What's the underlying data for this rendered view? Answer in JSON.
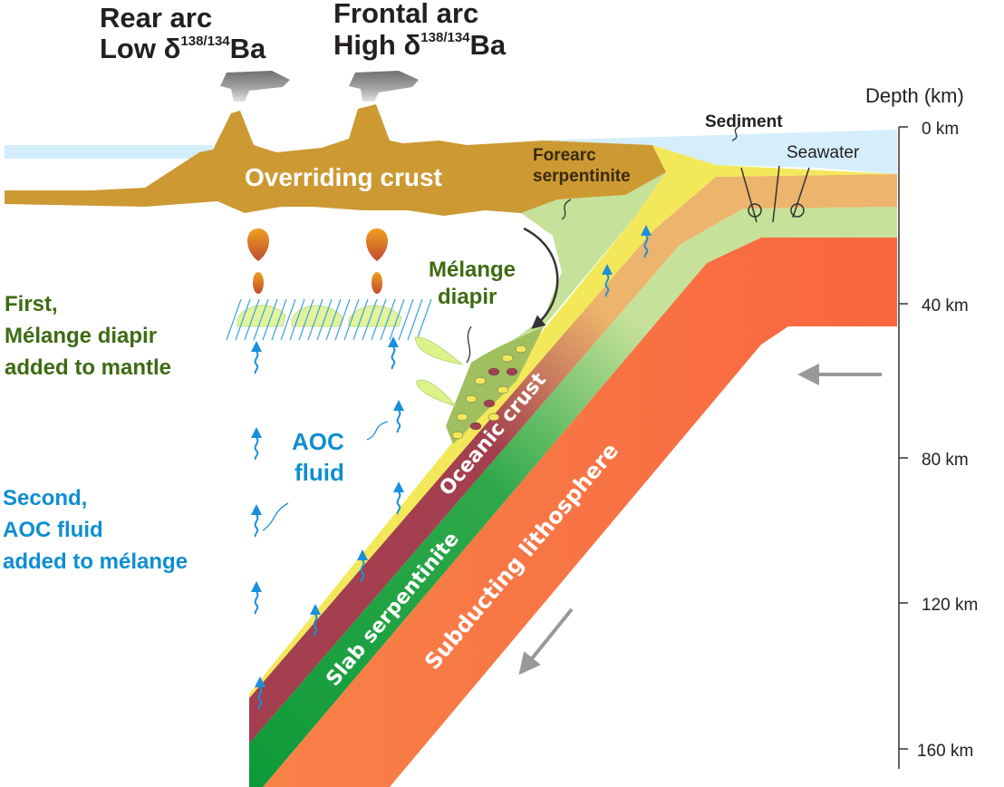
{
  "title_labels": {
    "rear_arc": {
      "line1": "Rear arc",
      "line2_prefix": "Low δ",
      "isotope_sup": "138/134",
      "element": "Ba"
    },
    "frontal_arc": {
      "line1": "Frontal arc",
      "line2_prefix": "High δ",
      "isotope_sup": "138/134",
      "element": "Ba"
    }
  },
  "layers": {
    "overriding_crust": "Overriding crust",
    "forearc_serpentinite_line1": "Forearc",
    "forearc_serpentinite_line2": "serpentinite",
    "sediment": "Sediment",
    "seawater": "Seawater",
    "melange_diapir_line1": "Mélange",
    "melange_diapir_line2": "diapir",
    "oceanic_crust": "Oceanic crust",
    "slab_serpentinite": "Slab serpentinite",
    "subducting_lithosphere": "Subducting lithosphere",
    "aoc_fluid_line1": "AOC",
    "aoc_fluid_line2": "fluid"
  },
  "annotations": {
    "first": {
      "line1": "First,",
      "line2": "Mélange diapir",
      "line3": "added to mantle"
    },
    "second": {
      "line1": "Second,",
      "line2": "AOC fluid",
      "line3": "added to mélange"
    }
  },
  "depth_axis": {
    "title": "Depth (km)",
    "ticks": [
      "0 km",
      "40 km",
      "80 km",
      "120 km",
      "160 km"
    ]
  },
  "colors": {
    "seawater": "#d4eefb",
    "overriding_crust": "#cc9933",
    "forearc_serpentinite": "#c6e199",
    "sediment": "#f3e85a",
    "oceanic_crust_upper": "#ecb46c",
    "oceanic_crust_deep": "#a33f4e",
    "slab_serpentinite": "#0e9a3a",
    "lithosphere": "#f96640",
    "first_text": "#3d6b12",
    "aoc_text": "#0f8ed1",
    "fluid_blue": "#1a90dc"
  },
  "icons": {
    "volcano_plume": "gray-ash-cloud",
    "magma_droplet": "orange-teardrop",
    "fluid_arrow": "blue-wavy-arrow",
    "motion_arrow": "gray-arrow"
  }
}
